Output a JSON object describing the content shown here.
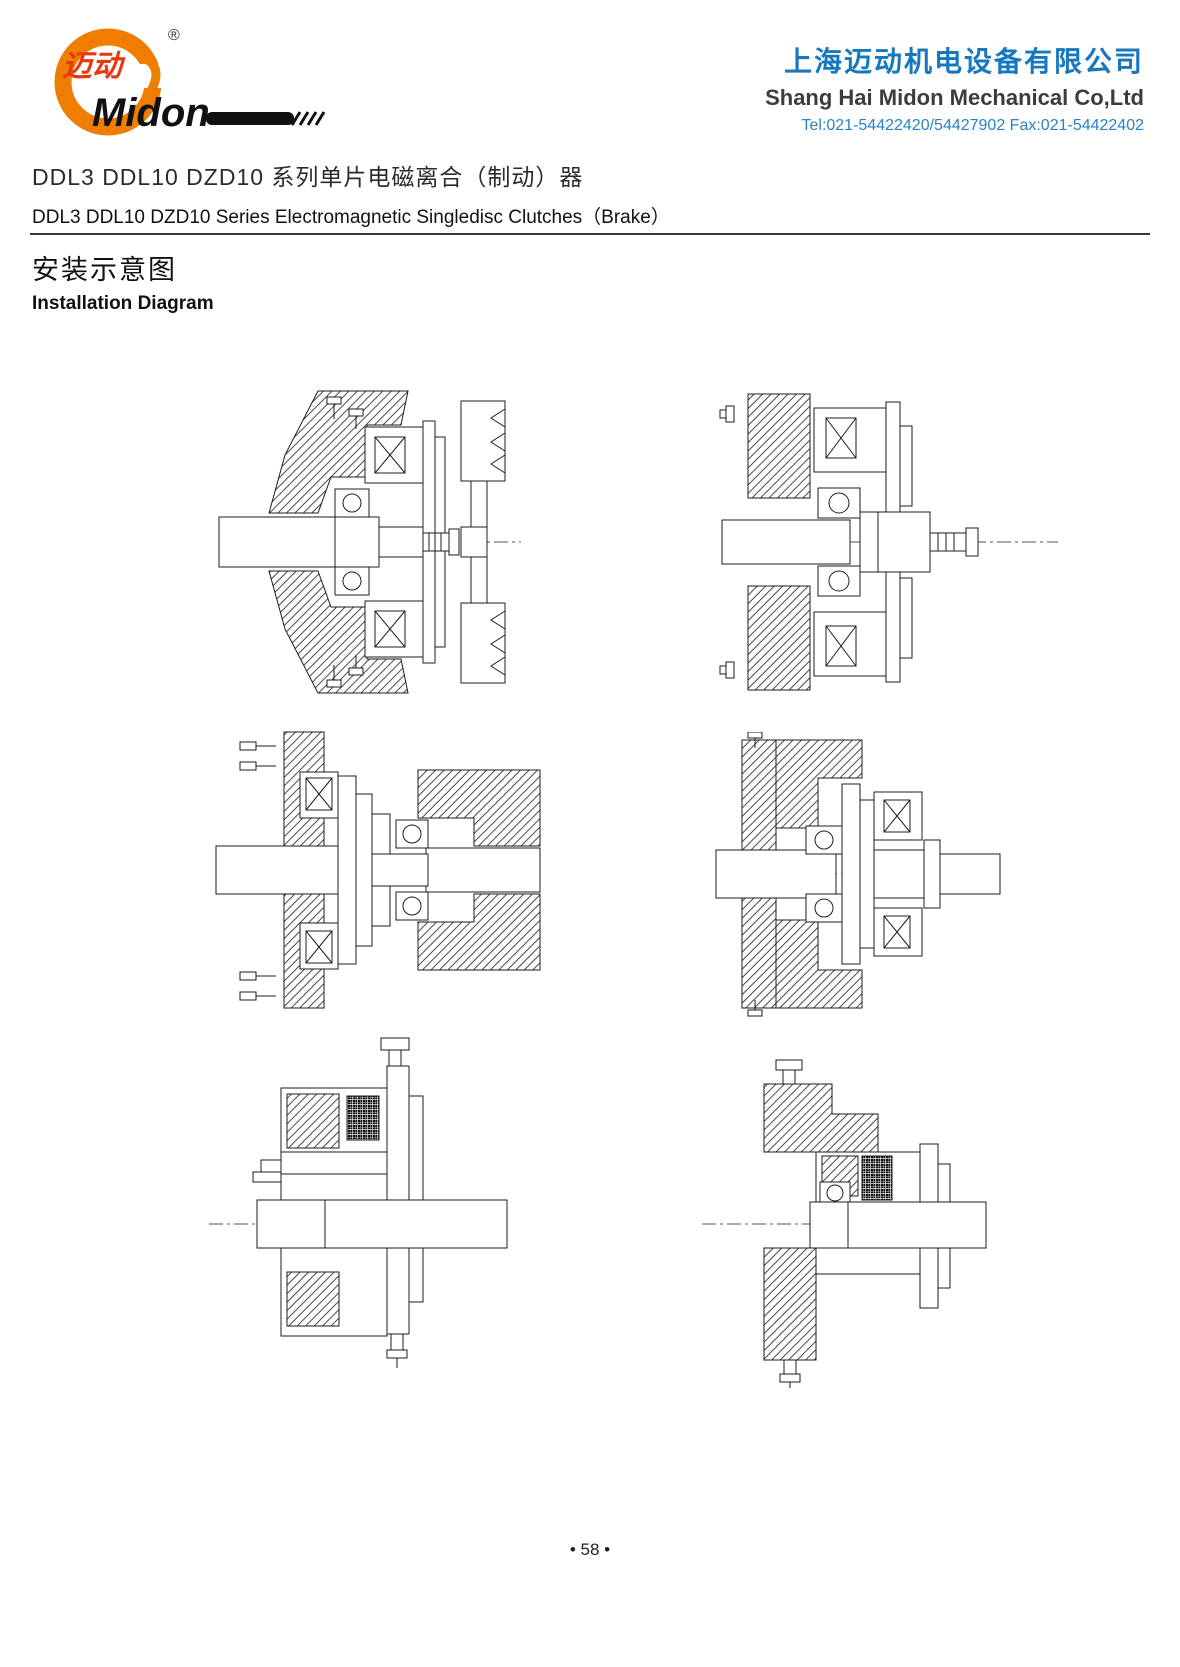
{
  "header": {
    "logo": {
      "brand_cn": "迈动",
      "brand_en": "Midon",
      "registered": "®"
    },
    "company_name_cn": "上海迈动机电设备有限公司",
    "company_name_en": "Shang Hai Midon Mechanical Co,Ltd",
    "contact_line": "Tel:021-54422420/54427902 Fax:021-54422402"
  },
  "titles": {
    "product_cn": "DDL3 DDL10 DZD10 系列单片电磁离合（制动）器",
    "product_en": "DDL3 DDL10 DZD10 Series Electromagnetic Singledisc Clutches（Brake）",
    "section_cn": "安装示意图",
    "section_en": "Installation Diagram"
  },
  "figures": [
    {
      "name": "clutch-with-v-belt-pulley-flange-mounted"
    },
    {
      "name": "clutch-wall-mounted-shaft-end"
    },
    {
      "name": "clutch-coupling-two-shafts-bearing-frame"
    },
    {
      "name": "clutch-coupling-two-shafts-wall-mounted"
    },
    {
      "name": "brake-unit-flange-plate-left"
    },
    {
      "name": "brake-unit-flange-plate-right"
    }
  ],
  "footer": {
    "page_number": "• 58 •"
  },
  "colors": {
    "brand_orange": "#ef7d00",
    "brand_red": "#e8380d",
    "heading_blue": "#1878be",
    "contact_blue": "#2a82c5",
    "line_art": "#1d1d1d"
  }
}
